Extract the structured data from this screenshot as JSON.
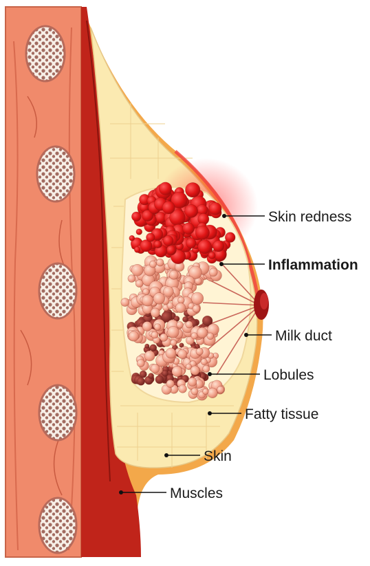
{
  "labels": {
    "skin_redness": "Skin redness",
    "inflammation": "Inflammation",
    "milk_duct": "Milk duct",
    "lobules": "Lobules",
    "fatty_tissue": "Fatty tissue",
    "skin": "Skin",
    "muscles": "Muscles"
  },
  "colors": {
    "chest_wall": "#f08a6b",
    "muscle": "#c0241a",
    "muscle_dark": "#a01a12",
    "fat": "#fbeab1",
    "skin_border": "#f3a84a",
    "inflamed_lobule": "#e61e1e",
    "healthy_lobule": "#f3a58e",
    "dark_lobule": "#8a2f2a",
    "nipple": "#9e1414",
    "rib": "#f5ece4"
  }
}
